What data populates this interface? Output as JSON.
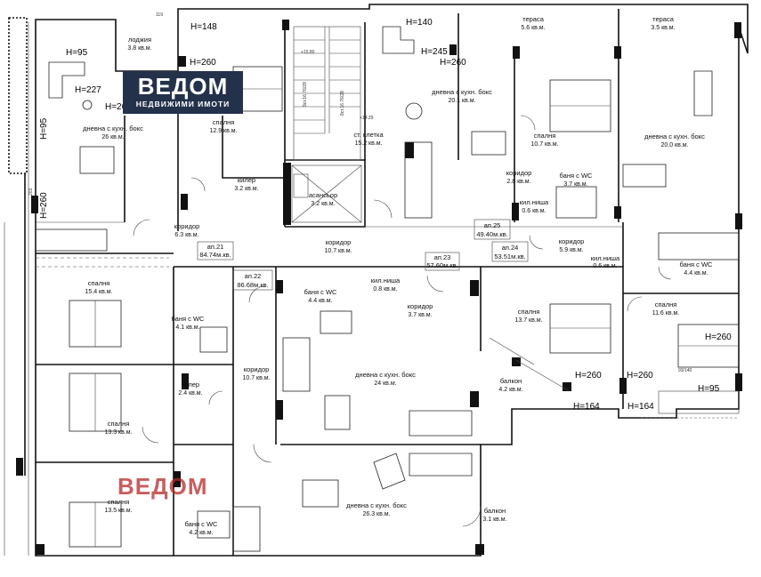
{
  "logo": {
    "main": "ВЕДОМ",
    "sub": "НЕДВИЖИМИ ИМОТИ"
  },
  "watermark": "ВЕДОМ",
  "rooms": [
    {
      "id": "lodzhia",
      "name": "лоджия",
      "area": "3.8 кв.м."
    },
    {
      "id": "dnevna-nw",
      "name": "дневна с кухн. бокс",
      "area": "26 кв.м."
    },
    {
      "id": "spalnia-n1",
      "name": "спалня",
      "area": "12.9 кв.м."
    },
    {
      "id": "kiler-n",
      "name": "килер",
      "area": "3.2 кв.м."
    },
    {
      "id": "asansor",
      "name": "асансьор",
      "area": "3.2 кв.м."
    },
    {
      "id": "st-kletka",
      "name": "ст. клетка",
      "area": "15.2 кв.м."
    },
    {
      "id": "dnevna-n",
      "name": "дневна с кухн. бокс",
      "area": "20.1 кв.м."
    },
    {
      "id": "terasa-n",
      "name": "тераса",
      "area": "5.6 кв.м."
    },
    {
      "id": "terasa-ne",
      "name": "тераса",
      "area": "3.5 кв.м."
    },
    {
      "id": "spalnia-n2",
      "name": "спалня",
      "area": "10.7 кв.м."
    },
    {
      "id": "dnevna-ne",
      "name": "дневна с кухн. бокс",
      "area": "20.0 кв.м."
    },
    {
      "id": "koridor-n25",
      "name": "коридор",
      "area": "2.8 кв.м."
    },
    {
      "id": "bania-n25",
      "name": "баня с WC",
      "area": "3.7 кв.м."
    },
    {
      "id": "kil-nisha-n",
      "name": "кил.ниша",
      "area": "0.6 кв.м."
    },
    {
      "id": "koridor-w",
      "name": "коридор",
      "area": "6.3 кв.м."
    },
    {
      "id": "koridor-c",
      "name": "коридор",
      "area": "10.7 кв.м."
    },
    {
      "id": "koridor-e",
      "name": "коридор",
      "area": "5.9 кв.м."
    },
    {
      "id": "kil-nisha-e",
      "name": "кил.ниша",
      "area": "0.6 кв.м."
    },
    {
      "id": "bania-e",
      "name": "баня с WC",
      "area": "4.4 кв.м."
    },
    {
      "id": "spalnia-w1",
      "name": "спалня",
      "area": "15.4 кв.м."
    },
    {
      "id": "bania-w",
      "name": "баня с WC",
      "area": "4.1 кв.м."
    },
    {
      "id": "bania-c",
      "name": "баня с WC",
      "area": "4.4 кв.м."
    },
    {
      "id": "kil-nisha-c",
      "name": "кил.ниша",
      "area": "0.8 кв.м."
    },
    {
      "id": "koridor-c2",
      "name": "коридор",
      "area": "3.7 кв.м."
    },
    {
      "id": "spalnia-c",
      "name": "спалня",
      "area": "13.7 кв.м."
    },
    {
      "id": "spalnia-e",
      "name": "спалня",
      "area": "11.6 кв.м."
    },
    {
      "id": "dnevna-c",
      "name": "дневна с кухн. бокс",
      "area": "24 кв.м."
    },
    {
      "id": "kiler-w",
      "name": "килер",
      "area": "2.4 кв.м."
    },
    {
      "id": "koridor-w2",
      "name": "коридор",
      "area": "10.7 кв.м."
    },
    {
      "id": "balkon-c",
      "name": "балкон",
      "area": "4.2 кв.м."
    },
    {
      "id": "spalnia-w2",
      "name": "спалня",
      "area": "13.3 кв.м."
    },
    {
      "id": "spalnia-w3",
      "name": "спалня",
      "area": "13.5 кв.м."
    },
    {
      "id": "bania-sw",
      "name": "баня с WC",
      "area": "4.2 кв.м."
    },
    {
      "id": "dnevna-s",
      "name": "дневна с кухн. бокс",
      "area": "26.3 кв.м."
    },
    {
      "id": "balkon-s",
      "name": "балкон",
      "area": "3.1 кв.м."
    }
  ],
  "apartments": [
    {
      "id": "ap21",
      "name": "ап.21",
      "area": "84.74м.кв."
    },
    {
      "id": "ap22",
      "name": "ап.22",
      "area": "86.68м.кв."
    },
    {
      "id": "ap23",
      "name": "ап.23",
      "area": "57.60м.кв."
    },
    {
      "id": "ap24",
      "name": "ап.24",
      "area": "53.51м.кв."
    },
    {
      "id": "ap25",
      "name": "ап.25",
      "area": "49.40м.кв."
    }
  ],
  "heights": [
    "H=148",
    "H=260",
    "H=95",
    "H=227",
    "H=26",
    "H=260",
    "H=140",
    "H=245",
    "H=260",
    "H=260",
    "H=260",
    "H=164",
    "H=164",
    "H=260",
    "H=95",
    "H=95"
  ],
  "stair_notes": [
    "9ст.16.76/28",
    "8ст.16.76/28",
    "+15.80",
    "+14.29"
  ],
  "small_notes": [
    "203",
    "119",
    "93/140"
  ]
}
